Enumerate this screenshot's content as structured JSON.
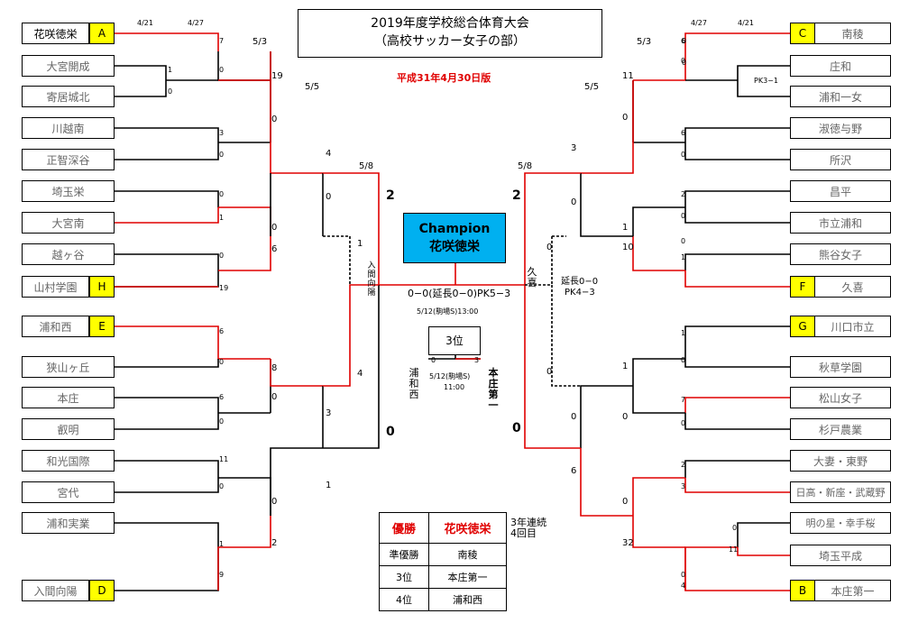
{
  "title": {
    "line1": "2019年度学校総合体育大会",
    "line2": "（高校サッカー女子の部）"
  },
  "edition": "平成31年4月30日版",
  "champion": {
    "label": "Champion",
    "name": "花咲徳栄"
  },
  "left_teams": [
    {
      "name": "花咲徳栄",
      "seed": "A",
      "winner": true
    },
    {
      "name": "大宮開成"
    },
    {
      "name": "寄居城北"
    },
    {
      "name": "川越南"
    },
    {
      "name": "正智深谷"
    },
    {
      "name": "埼玉栄"
    },
    {
      "name": "大宮南"
    },
    {
      "name": "越ヶ谷"
    },
    {
      "name": "山村学園",
      "seed": "H"
    },
    {
      "name": "浦和西",
      "seed": "E"
    },
    {
      "name": "狭山ヶ丘"
    },
    {
      "name": "本庄"
    },
    {
      "name": "叡明"
    },
    {
      "name": "和光国際"
    },
    {
      "name": "宮代"
    },
    {
      "name": "浦和実業"
    },
    {
      "name": "入間向陽",
      "seed": "D"
    }
  ],
  "right_teams": [
    {
      "name": "南稜",
      "seed": "C"
    },
    {
      "name": "庄和"
    },
    {
      "name": "浦和一女"
    },
    {
      "name": "淑徳与野"
    },
    {
      "name": "所沢"
    },
    {
      "name": "昌平"
    },
    {
      "name": "市立浦和"
    },
    {
      "name": "熊谷女子"
    },
    {
      "name": "久喜",
      "seed": "F"
    },
    {
      "name": "川口市立",
      "seed": "G"
    },
    {
      "name": "秋草学園"
    },
    {
      "name": "松山女子"
    },
    {
      "name": "杉戸農業"
    },
    {
      "name": "大妻・東野"
    },
    {
      "name": "日高・新座・武蔵野"
    },
    {
      "name": "明の星・幸手桜"
    },
    {
      "name": "埼玉平成"
    },
    {
      "name": "本庄第一",
      "seed": "B"
    }
  ],
  "dates": {
    "d421": "4/21",
    "d427": "4/27",
    "d53": "5/3",
    "d55": "5/5",
    "d58": "5/8"
  },
  "final": {
    "left_score": "2",
    "right_score": "2",
    "result": "0−0(延長0−0)PK5−3",
    "venue": "5/12(駒場S)13:00"
  },
  "semi": {
    "left_score": "0",
    "right_score": "0"
  },
  "left_qf": {
    "upper_score": "1",
    "lower_score": "4",
    "team": "入間向陽"
  },
  "right_qf": {
    "upper_score": "0",
    "lower_score": "0",
    "team": "久喜",
    "result1": "延長0−0",
    "result2": "PK4−3"
  },
  "pk_note": "PK3−1",
  "third": {
    "label": "3位",
    "left_score": "0",
    "right_score": "3",
    "venue": "5/12(駒場S)",
    "time": "11:00",
    "left_team": "浦和西",
    "right_team": "本庄第一"
  },
  "results": [
    {
      "rank": "優勝",
      "team": "花咲徳栄"
    },
    {
      "rank": "準優勝",
      "team": "南稜"
    },
    {
      "rank": "3位",
      "team": "本庄第一"
    },
    {
      "rank": "4位",
      "team": "浦和西"
    }
  ],
  "streak": {
    "line1": "3年連続",
    "line2": "4回目"
  },
  "left_scores": {
    "r1": [
      "1",
      "0"
    ],
    "r2": [
      "7",
      "0",
      "3",
      "0",
      "0",
      "1",
      "0",
      "19",
      "6",
      "0",
      "6",
      "0",
      "11",
      "0",
      "1",
      "9"
    ],
    "r3": [
      "19",
      "0",
      "0",
      "6",
      "8",
      "0",
      "0",
      "2"
    ],
    "r4": [
      "4",
      "0",
      "3",
      "1"
    ]
  },
  "right_scores": {
    "r1": [
      "0",
      "0",
      "0",
      "11"
    ],
    "r2": [
      "6",
      "0",
      "6",
      "0",
      "2",
      "0",
      "0",
      "1",
      "1",
      "0",
      "7",
      "0",
      "2",
      "3",
      "0",
      "4"
    ],
    "r3": [
      "11",
      "0",
      "1",
      "10",
      "1",
      "0",
      "0",
      "32"
    ],
    "r4": [
      "3",
      "0",
      "0",
      "6"
    ]
  },
  "colors": {
    "win": "#e00000",
    "lose": "#000000",
    "seed": "#ffff00",
    "champion": "#00b0f0"
  }
}
